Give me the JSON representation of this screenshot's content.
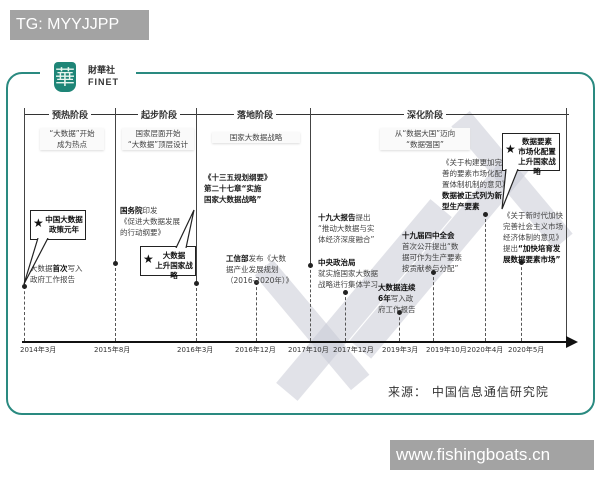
{
  "watermark_top": "TG: MYYJJPP",
  "watermark_bottom": "www.fishingboats.cn",
  "logo": {
    "glyph": "華",
    "name_cn": "財華社",
    "name_en": "FINET"
  },
  "phases": [
    {
      "label": "预热阶段",
      "subtitle": "“大数据”开始\n成为热点"
    },
    {
      "label": "起步阶段",
      "subtitle": "国家层面开始\n“大数据”顶层设计"
    },
    {
      "label": "落地阶段",
      "subtitle": "国家大数据战略"
    },
    {
      "label": "深化阶段",
      "subtitle": "从“数据大国”迈向\n“数据强国”"
    }
  ],
  "timeline_dates": [
    "2014年3月",
    "2015年8月",
    "2016年3月",
    "2016年12月",
    "2017年10月",
    "2017年12月",
    "2019年3月",
    "2019年10月",
    "2020年4月",
    "2020年5月"
  ],
  "events": [
    {
      "date": "2014年3月",
      "bold": "首次",
      "text_pre": "大数据",
      "text_post": "写入\n政府工作报告"
    },
    {
      "date": "2015年8月",
      "bold": "国务院",
      "text": "印发\n《促进大数据发展\n的行动纲要》"
    },
    {
      "date": "2016年3月",
      "text": "《十三五规划纲要》\n第二十七章“实施\n国家大数据战略”"
    },
    {
      "date": "2016年12月",
      "bold": "工信部",
      "text": "发布《大数\n据产业发展规划\n（2016-2020年）》"
    },
    {
      "date": "2017年10月",
      "bold": "十九大报告",
      "text": "提出\n“推动大数据与实\n体经济深度融合”"
    },
    {
      "date": "2017年12月",
      "bold": "中央政治局",
      "text": "\n就实施国家大数据\n战略进行集体学习"
    },
    {
      "date": "2019年3月",
      "bold": "大数据连续\n6年",
      "text": "写入政\n府工作报告"
    },
    {
      "date": "2019年10月",
      "bold": "十九届四中全会",
      "text": "\n首次公开提出“数\n据可作为生产要素\n按贡献参与分配”"
    },
    {
      "date": "2020年4月",
      "text": "《关于构建更加完\n善的要素市场化配\n置体制机制的意见》",
      "bold": "数据被正式列为新\n型生产要素"
    },
    {
      "date": "2020年5月",
      "text": "《关于新时代加快\n完善社会主义市场\n经济体制的意见》\n提出",
      "bold": "“加快培育发\n展数据要素市场”"
    }
  ],
  "callouts": [
    {
      "line1": "中国大数据",
      "line2": "政策元年"
    },
    {
      "line1": "大数据",
      "line2": "上升国家战略"
    },
    {
      "line1": "数据要素",
      "line2": "市场化配置",
      "line3": "上升国家战略"
    }
  ],
  "source": "来源：  中国信息通信研究院",
  "colors": {
    "frame": "#2a8a80",
    "logo": "#1e8577",
    "watermark_bg": "#a3a3a3"
  }
}
